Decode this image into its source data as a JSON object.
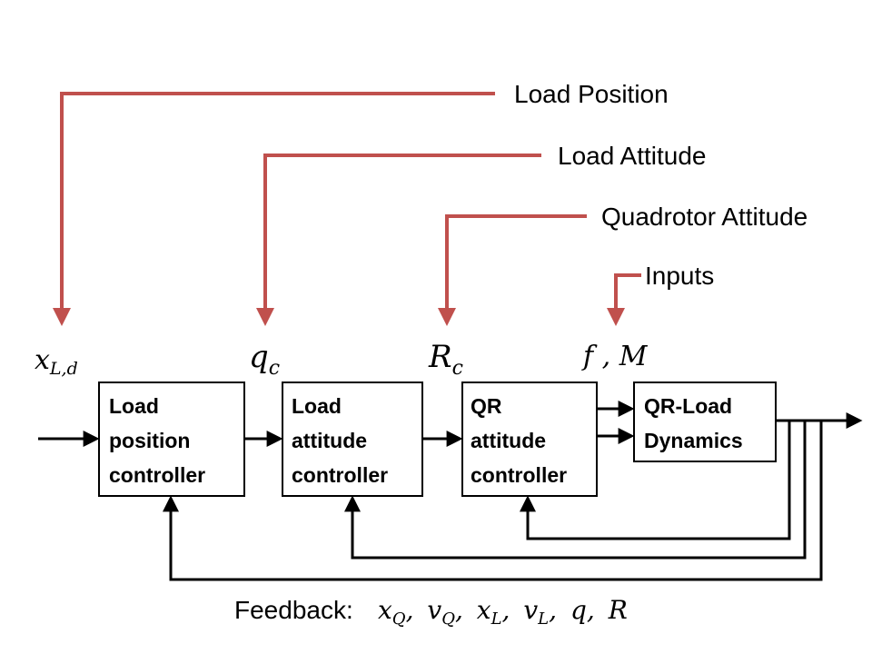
{
  "callouts": {
    "load_position": "Load Position",
    "load_attitude": "Load Attitude",
    "quadrotor_attitude": "Quadrotor Attitude",
    "inputs": "Inputs"
  },
  "signals": {
    "x_sym": "x",
    "x_sub": "L,d",
    "q_sym": "q",
    "q_sub": "c",
    "R_sym": "R",
    "R_sub": "c",
    "fM": "f , M"
  },
  "blocks": {
    "load_position_controller": [
      "Load",
      "position",
      "controller"
    ],
    "load_attitude_controller": [
      "Load",
      "attitude",
      "controller"
    ],
    "qr_attitude_controller": [
      "QR",
      "attitude",
      "controller"
    ],
    "qr_load_dynamics": [
      "QR-Load",
      "Dynamics"
    ]
  },
  "feedback": {
    "label": "Feedback:",
    "terms": [
      {
        "sym": "x",
        "sub": "Q",
        "sep": ","
      },
      {
        "sym": "v",
        "sub": "Q",
        "sep": ","
      },
      {
        "sym": "x",
        "sub": "L",
        "sep": ","
      },
      {
        "sym": "v",
        "sub": "L",
        "sep": ","
      },
      {
        "sym": "q",
        "sub": "",
        "sep": ","
      },
      {
        "sym": "R",
        "sub": "",
        "sep": ""
      }
    ]
  },
  "colors": {
    "callout_line": "#c0504d",
    "flow_line": "#000000"
  }
}
